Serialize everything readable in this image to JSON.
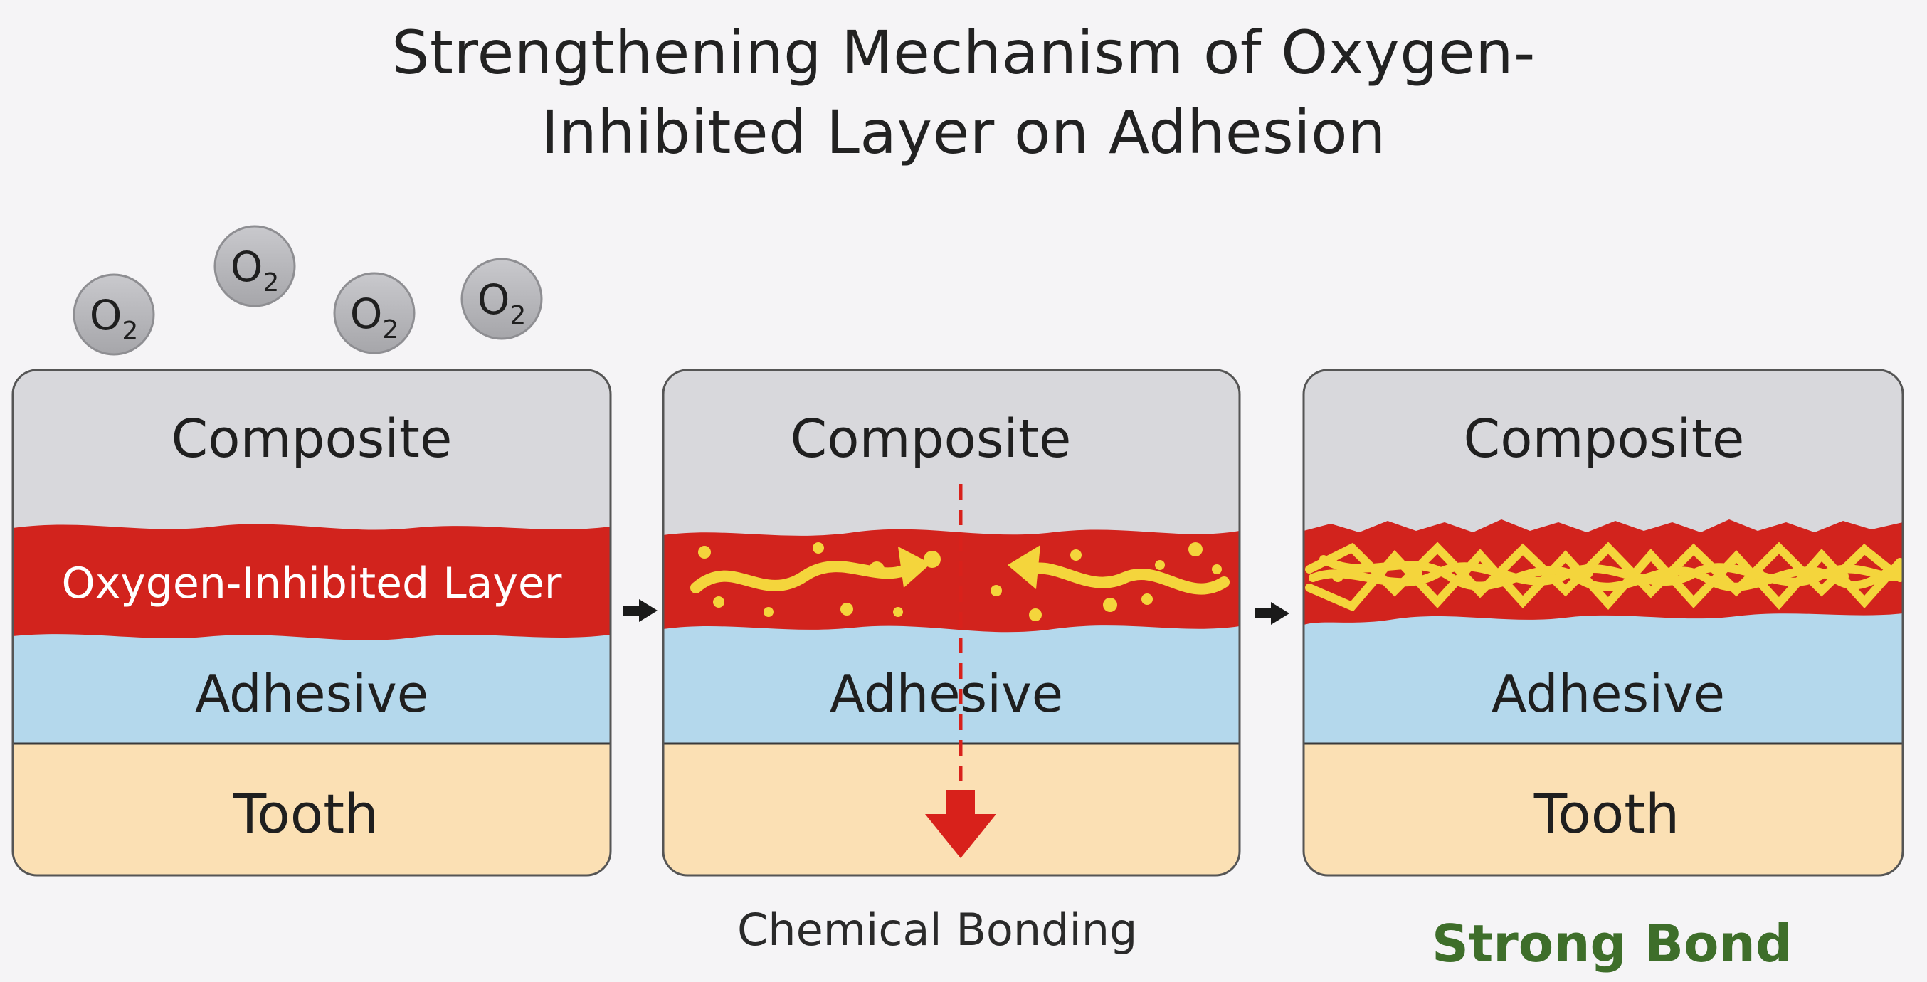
{
  "title": {
    "line1": "Strengthening Mechanism of Oxygen-",
    "line2": "Inhibited Layer on Adhesion"
  },
  "oxygen": {
    "symbol": "O",
    "subscript": "2",
    "count": 4
  },
  "panels": [
    {
      "composite_label": "Composite",
      "middle_label": "Oxygen-Inhibited Layer",
      "adhesive_label": "Adhesive",
      "tooth_label": "Tooth",
      "caption": ""
    },
    {
      "composite_label": "Composite",
      "middle_label": "",
      "adhesive_label": "Adhesive",
      "tooth_label": "",
      "caption": "Chemical Bonding"
    },
    {
      "composite_label": "Composite",
      "middle_label": "",
      "adhesive_label": "Adhesive",
      "tooth_label": "Tooth",
      "caption": "Strong Bond"
    }
  ],
  "colors": {
    "composite": "#d8d8dc",
    "oxygen_inhibited_layer": "#d2231d",
    "adhesive": "#b4d8ec",
    "tooth": "#fbe0b4",
    "monomer": "#f4d53c",
    "arrow_red": "#d8211b",
    "strong_bond_text": "#3e6e2a",
    "oxygen_bubble": "#b8b8bc"
  },
  "icons": [
    "right-arrow-icon",
    "down-arrow-icon",
    "curved-arrow-icon"
  ]
}
